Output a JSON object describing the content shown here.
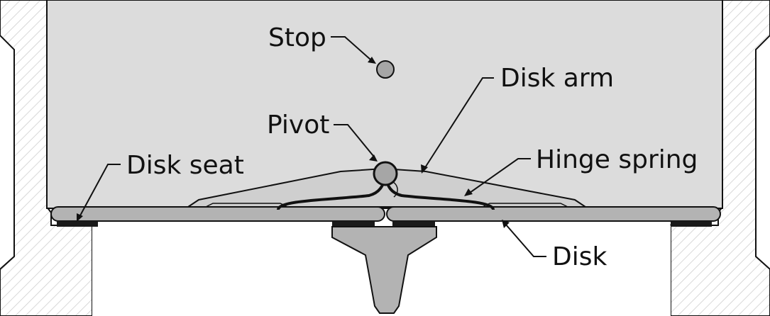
{
  "labels": {
    "stop": "Stop",
    "disk_arm": "Disk arm",
    "pivot": "Pivot",
    "disk_seat": "Disk seat",
    "hinge_spring": "Hinge spring",
    "disk": "Disk"
  },
  "colors": {
    "body_fill": "#e6e6e6",
    "chamber_fill": "#dcdcdc",
    "arm_fill": "#cfcfcf",
    "disk_fill": "#b3b3b3",
    "seat_fill": "#1a1a1a",
    "pivot_fill": "#a6a6a6",
    "stop_fill": "#a6a6a6",
    "outline": "#111111"
  }
}
